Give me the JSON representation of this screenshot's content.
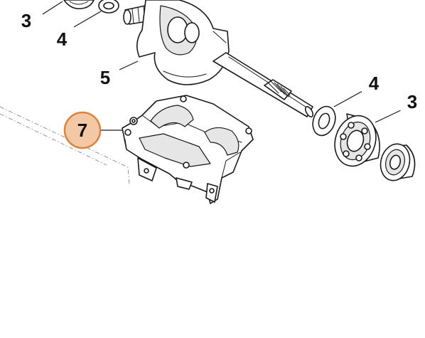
{
  "colors": {
    "highlight_fill": "#f3c9a5",
    "highlight_stroke": "#e0813a",
    "line": "#1a1a1a"
  },
  "callouts": [
    {
      "id": "top-left-3",
      "label": "3"
    },
    {
      "id": "top-left-4",
      "label": "4"
    },
    {
      "id": "crankshaft-5",
      "label": "5"
    },
    {
      "id": "right-4",
      "label": "4"
    },
    {
      "id": "right-3",
      "label": "3"
    },
    {
      "id": "crankcase-7",
      "label": "7",
      "highlighted": true
    }
  ]
}
